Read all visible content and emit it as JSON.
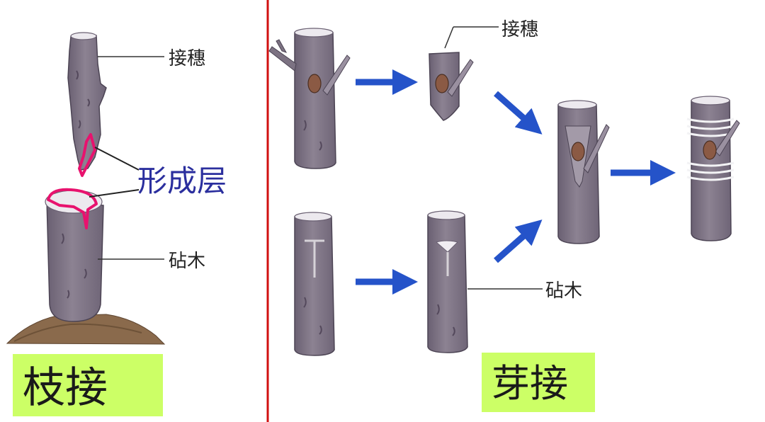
{
  "labels": {
    "scion": "接穗",
    "rootstock": "砧木",
    "cambium": "形成层"
  },
  "methods": {
    "branch_grafting": "枝接",
    "bud_grafting": "芽接"
  },
  "colors": {
    "bark": "#857a8a",
    "bark_dark": "#5e5466",
    "cut_face": "#e9e6ea",
    "soil": "#8a6a4c",
    "cambium_highlight": "#e8126e",
    "divider": "#d10f0f",
    "arrow": "#2553c9",
    "banner_bg": "#ccff66",
    "cambium_label": "#2b2f9e"
  }
}
